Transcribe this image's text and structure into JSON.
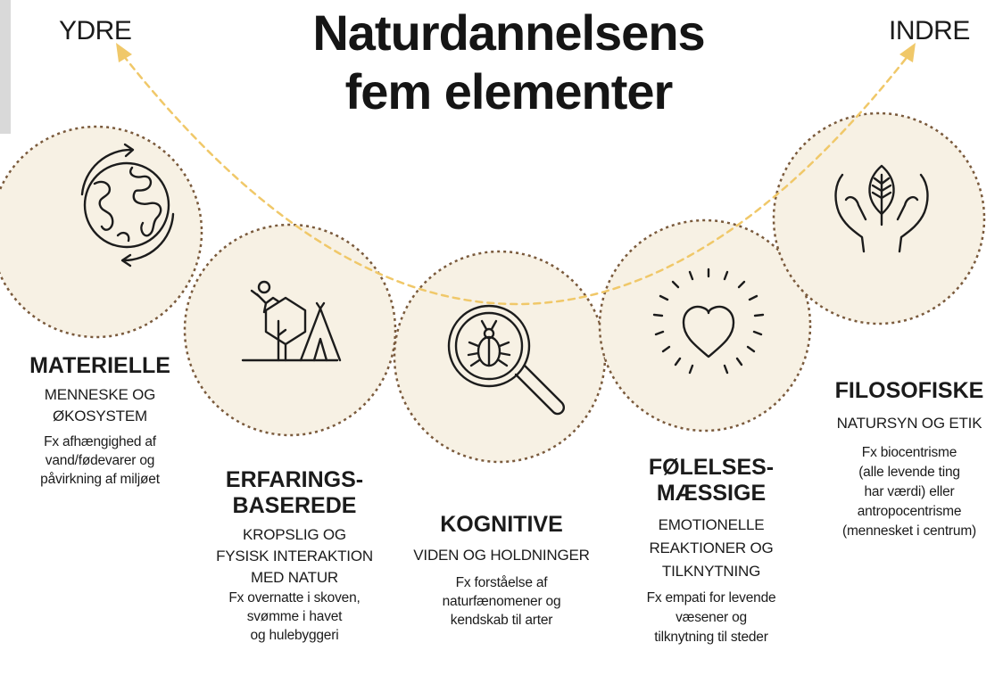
{
  "header": {
    "title_line1": "Naturdannelsens",
    "title_line2": "fem elementer",
    "left_label": "YDRE",
    "right_label": "INDRE"
  },
  "colors": {
    "circle_fill": "#f7f1e4",
    "circle_stroke": "#7a5a3c",
    "arrow": "#f0c869",
    "icon": "#1c1c1c"
  },
  "elements": [
    {
      "id": "materielle",
      "icon": "globe-cycle-icon",
      "name": "MATERIELLE",
      "sub": [
        "MENNESKE OG",
        "ØKOSYSTEM"
      ],
      "example": [
        "Fx afhængighed af",
        "vand/fødevarer og",
        "påvirkning af miljøet"
      ]
    },
    {
      "id": "erfaringsbaserede",
      "icon": "child-tree-tent-icon",
      "name": [
        "ERFARINGS-",
        "BASEREDE"
      ],
      "sub": [
        "KROPSLIG OG",
        "FYSISK INTERAKTION",
        "MED NATUR"
      ],
      "example": [
        "Fx overnatte i skoven,",
        "svømme i havet",
        "og hulebyggeri"
      ]
    },
    {
      "id": "kognitive",
      "icon": "magnifier-beetle-icon",
      "name": "KOGNITIVE",
      "sub": [
        "VIDEN OG HOLDNINGER"
      ],
      "example": [
        "Fx forståelse af",
        "naturfænomener og",
        "kendskab til arter"
      ]
    },
    {
      "id": "foelelsesmaessige",
      "icon": "radiant-heart-icon",
      "name": [
        "FØLELSES-",
        "MÆSSIGE"
      ],
      "sub": [
        "EMOTIONELLE",
        "REAKTIONER OG",
        "TILKNYTNING"
      ],
      "example": [
        "Fx empati for levende",
        "væsener og",
        "tilknytning til steder"
      ]
    },
    {
      "id": "filosofiske",
      "icon": "hands-leaf-icon",
      "name": "FILOSOFISKE",
      "sub": [
        "NATURSYN OG ETIK"
      ],
      "example": [
        "Fx biocentrisme",
        "(alle levende ting",
        "har værdi) eller",
        "antropocentrisme",
        "(mennesket i centrum)"
      ]
    }
  ]
}
